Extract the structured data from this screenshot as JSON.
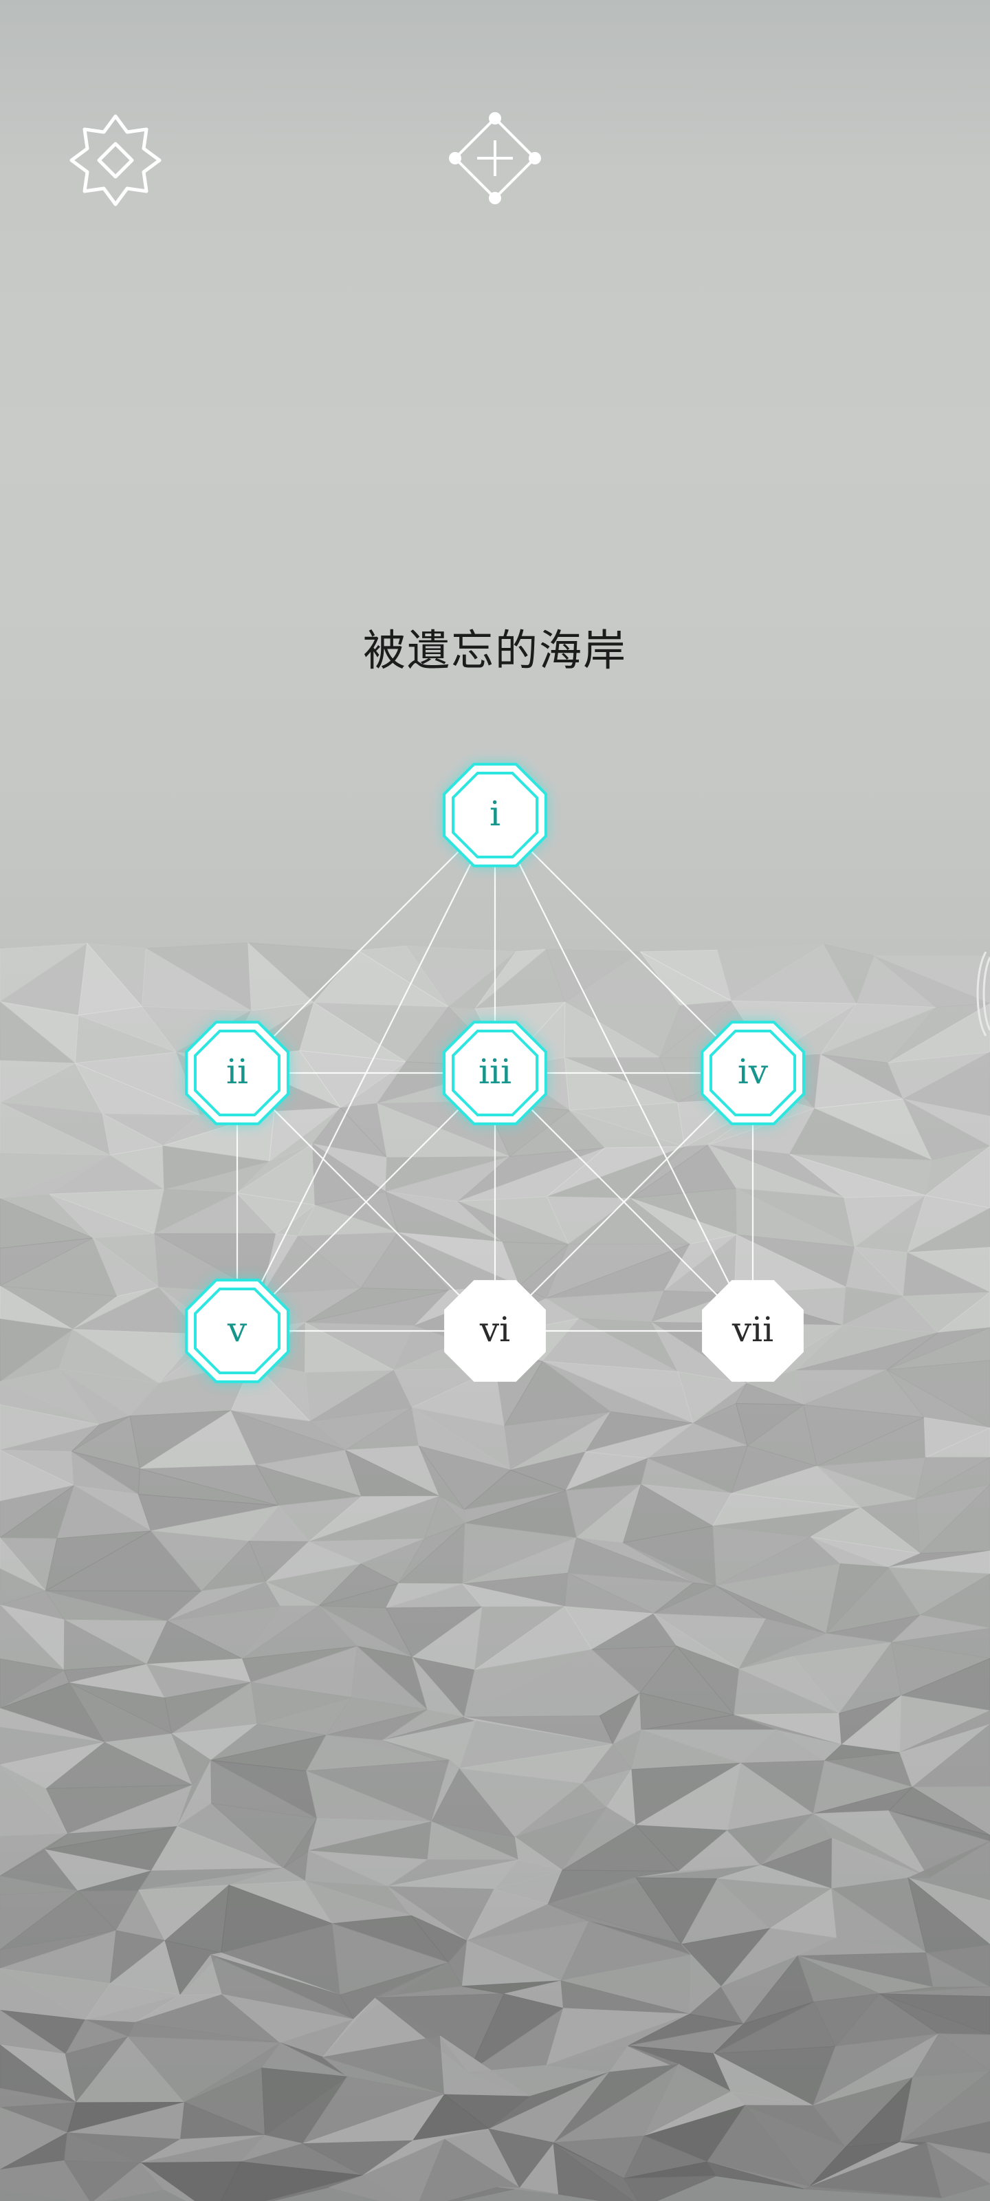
{
  "screen": {
    "title": "被遺忘的海岸"
  },
  "toolbar": {
    "settings_icon": "settings-diamond-icon",
    "add_icon": "add-diamond-icon"
  },
  "colors": {
    "accent": "#2ee6e0",
    "label_unlocked": "#17958c",
    "label_locked": "#2a2a2a",
    "node_fill": "#ffffff",
    "line": "#ffffff"
  },
  "nodes": [
    {
      "id": "i",
      "label": "i",
      "state": "unlocked"
    },
    {
      "id": "ii",
      "label": "ii",
      "state": "unlocked"
    },
    {
      "id": "iii",
      "label": "iii",
      "state": "unlocked"
    },
    {
      "id": "iv",
      "label": "iv",
      "state": "unlocked"
    },
    {
      "id": "v",
      "label": "v",
      "state": "unlocked"
    },
    {
      "id": "vi",
      "label": "vi",
      "state": "locked"
    },
    {
      "id": "vii",
      "label": "vii",
      "state": "locked"
    }
  ],
  "connections": [
    [
      "i",
      "ii"
    ],
    [
      "i",
      "iii"
    ],
    [
      "i",
      "iv"
    ],
    [
      "i",
      "v"
    ],
    [
      "i",
      "vii"
    ],
    [
      "ii",
      "iii"
    ],
    [
      "iii",
      "iv"
    ],
    [
      "ii",
      "v"
    ],
    [
      "ii",
      "vi"
    ],
    [
      "iii",
      "v"
    ],
    [
      "iii",
      "vi"
    ],
    [
      "iii",
      "vii"
    ],
    [
      "iv",
      "vi"
    ],
    [
      "iv",
      "vii"
    ],
    [
      "v",
      "vi"
    ],
    [
      "vi",
      "vii"
    ]
  ]
}
